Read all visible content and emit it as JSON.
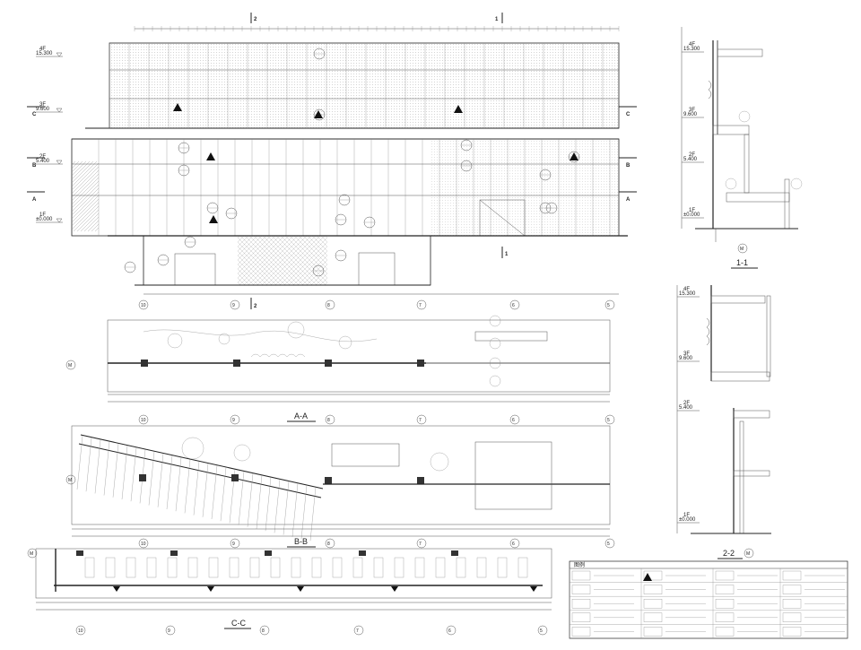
{
  "elevation": {
    "levels": [
      {
        "label": "4F",
        "value": "15.300"
      },
      {
        "label": "3F",
        "value": "9.600"
      },
      {
        "label": "2F",
        "value": "5.400"
      },
      {
        "label": "1F",
        "value": "±0.000"
      }
    ],
    "cut_tags": {
      "c": "C",
      "b": "B",
      "a": "A",
      "one": "1",
      "two": "2"
    },
    "axes": [
      "10",
      "9",
      "8",
      "7",
      "6",
      "5"
    ]
  },
  "plans": [
    {
      "title": "A-A",
      "axis_row": "M"
    },
    {
      "title": "B-B",
      "axis_row": "M"
    },
    {
      "title": "C-C",
      "axis_row": "M"
    }
  ],
  "sections": [
    {
      "title": "1-1",
      "axis": "M"
    },
    {
      "title": "2-2",
      "axis": "M"
    }
  ],
  "legend": {
    "header": "图例",
    "rows": 5
  }
}
